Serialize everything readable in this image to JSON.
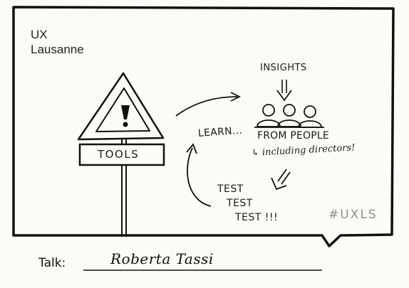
{
  "brand": {
    "line1": "UX",
    "line2": "Lausanne"
  },
  "sketch": {
    "insights_label": "INSIGHTS",
    "sign_label": "TOOLS",
    "learn_label": "LEARN...",
    "from_people_label": "FROM PEOPLE",
    "including_label": "↳ including directors!",
    "test_lines": [
      "TEST",
      "TEST",
      "TEST !!!"
    ],
    "warning_icon": "exclamation-warning-triangle",
    "people_icon": "three-people-group"
  },
  "hashtag": "#UXLS",
  "talk": {
    "label": "Talk:",
    "speaker": "Roberta Tassi"
  },
  "colors": {
    "ink": "#1a1a1a",
    "hashtag": "#8a8f92",
    "background": "#fbfbfa"
  }
}
